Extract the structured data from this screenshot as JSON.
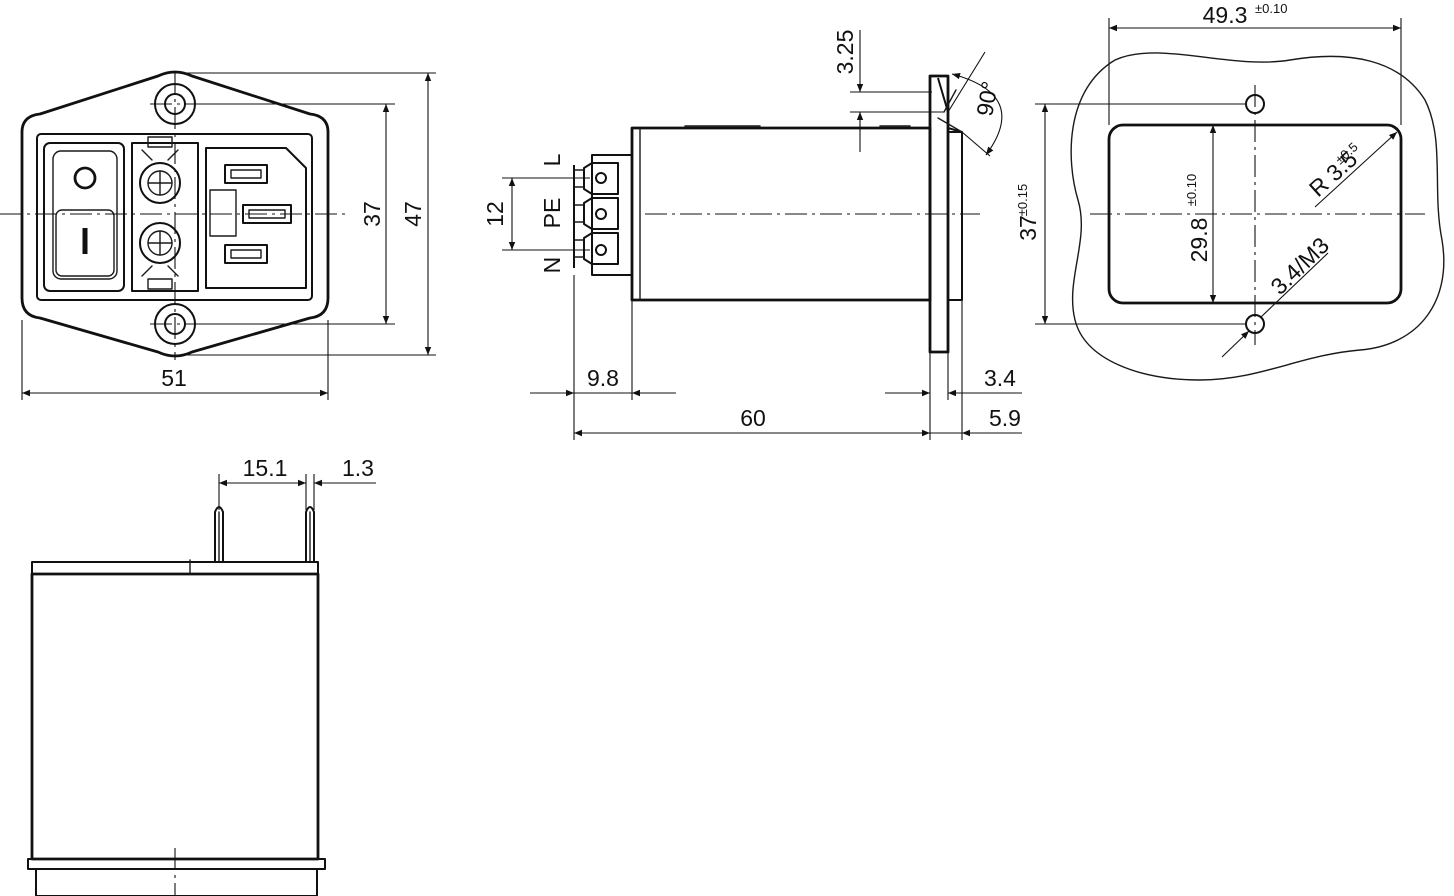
{
  "front_view": {
    "dim_width": "51",
    "dim_mount_spacing": "37",
    "dim_height": "47"
  },
  "side_view": {
    "terminal_L": "L",
    "terminal_PE": "PE",
    "terminal_N": "N",
    "dim_terminal_pitch": "12",
    "dim_flange_thickness": "3.25",
    "dim_angle": "90°",
    "dim_terminal_length": "9.8",
    "dim_body_length": "60",
    "dim_flange_front": "3.4",
    "dim_flange_total": "5.9"
  },
  "cutout_view": {
    "dim_width": "49.3",
    "dim_width_tol": "±0.10",
    "dim_height": "37",
    "dim_height_tol": "±0.15",
    "dim_inner_height": "29.8",
    "dim_inner_height_tol": "±0.10",
    "dim_radius": "R 3.5",
    "dim_radius_tol": "±0.5",
    "dim_hole": "3.4/M3"
  },
  "bottom_view": {
    "dim_tab_spacing": "15.1",
    "dim_tab_thickness": "1.3"
  }
}
